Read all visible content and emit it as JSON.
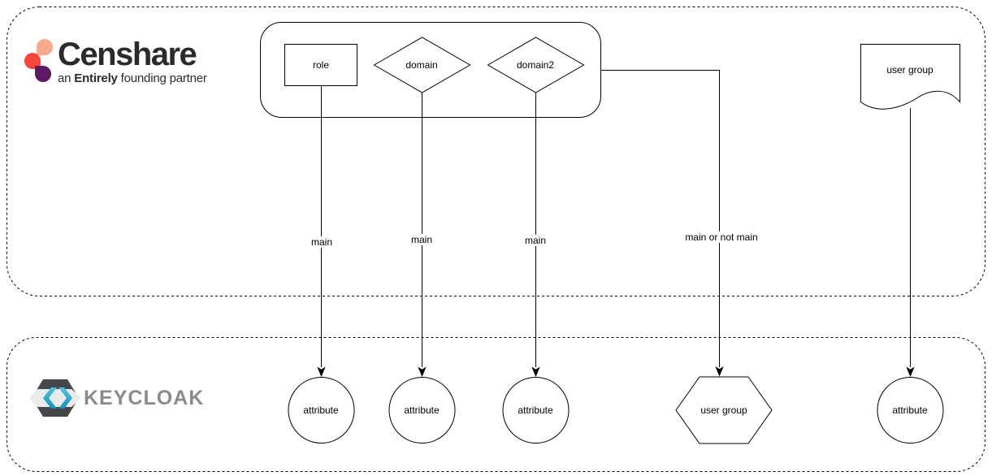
{
  "brands": {
    "censhare": {
      "name": "Censhare",
      "tagline_an": "an ",
      "tagline_entirely": "Entirely",
      "tagline_rest": " founding partner"
    },
    "keycloak": {
      "name": "KEYCLOAK"
    }
  },
  "diagram": {
    "zones": [
      {
        "id": "censhare-zone",
        "owner": "Censhare"
      },
      {
        "id": "keycloak-zone",
        "owner": "Keycloak"
      }
    ],
    "nodes": {
      "role": {
        "label": "role",
        "shape": "rectangle",
        "zone": "censhare"
      },
      "domain": {
        "label": "domain",
        "shape": "diamond",
        "zone": "censhare"
      },
      "domain2": {
        "label": "domain2",
        "shape": "diamond",
        "zone": "censhare"
      },
      "user_group_src": {
        "label": "user group",
        "shape": "document",
        "zone": "censhare"
      },
      "attribute1": {
        "label": "attribute",
        "shape": "circle",
        "zone": "keycloak"
      },
      "attribute2": {
        "label": "attribute",
        "shape": "circle",
        "zone": "keycloak"
      },
      "attribute3": {
        "label": "attribute",
        "shape": "circle",
        "zone": "keycloak"
      },
      "user_group_tgt": {
        "label": "user group",
        "shape": "hexagon",
        "zone": "keycloak"
      },
      "attribute4": {
        "label": "attribute",
        "shape": "circle",
        "zone": "keycloak"
      }
    },
    "edges": [
      {
        "from": "role",
        "to": "attribute1",
        "label": "main"
      },
      {
        "from": "domain",
        "to": "attribute2",
        "label": "main"
      },
      {
        "from": "domain2",
        "to": "attribute3",
        "label": "main"
      },
      {
        "from": "group-container",
        "to": "user_group_tgt",
        "label": "main or not main"
      },
      {
        "from": "user_group_src",
        "to": "attribute4",
        "label": ""
      }
    ],
    "colors": {
      "stroke": "#000000",
      "shape_fill": "#ffffff",
      "censhare_peach": "#F9A98C",
      "censhare_red": "#FA453D",
      "censhare_purple": "#5C1A63",
      "censhare_text": "#2D2A2E",
      "keycloak_blue": "#29ABD4",
      "keycloak_dark": "#45474B",
      "keycloak_band": "#E9EAEB",
      "keycloak_text": "#898B8E"
    }
  }
}
